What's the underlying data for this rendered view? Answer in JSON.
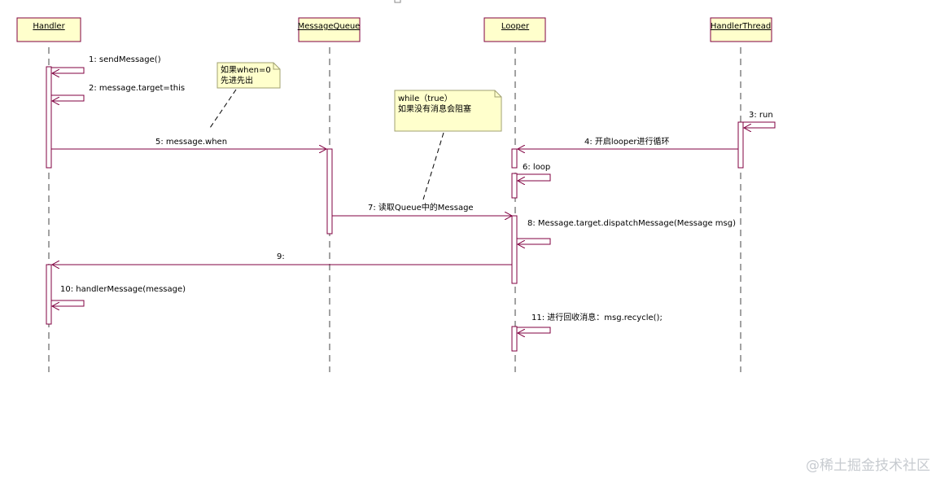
{
  "colors": {
    "line": "#800040",
    "lifeline": "#444444",
    "box_fill": "#ffffcc",
    "box_stroke": "#800040",
    "note_fill": "#ffffcc",
    "note_stroke": "#a0a070",
    "watermark": "#c7cbd0"
  },
  "participants": [
    "Handler",
    "MessageQueue",
    "Looper",
    "HandlerThread"
  ],
  "messages": {
    "m1": "1: sendMessage()",
    "m2": "2: message.target=this",
    "m3": "3: run",
    "m4": "4: 开启looper进行循环",
    "m5": "5: message.when",
    "m6": "6: loop",
    "m7": "7: 读取Queue中的Message",
    "m8": "8: Message.target.dispatchMessage(Message msg)",
    "m9": "9:",
    "m10": "10: handlerMessage(message)",
    "m11": "11: 进行回收消息：msg.recycle();"
  },
  "notes": {
    "note1_line1": "如果when=0",
    "note1_line2": "先进先出",
    "note2_line1": "while（true）",
    "note2_line2": "如果没有消息会阻塞"
  },
  "watermark": "@稀土掘金技术社区"
}
